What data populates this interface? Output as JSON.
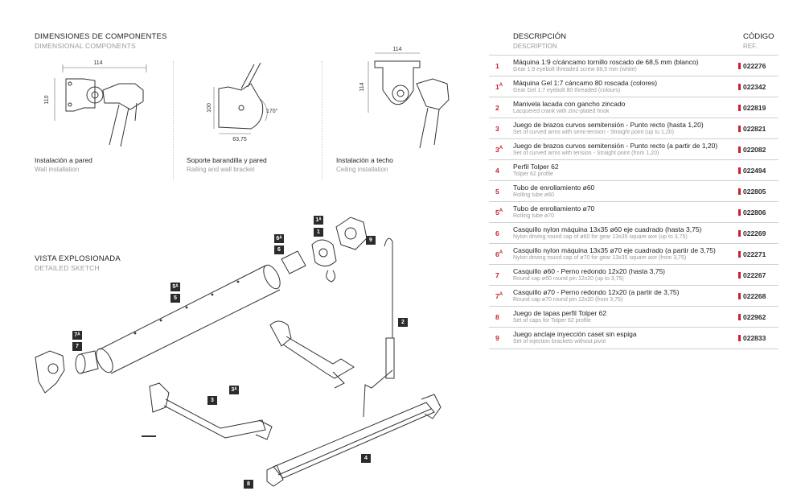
{
  "dimensions": {
    "title": "DIMENSIONES DE COMPONENTES",
    "subtitle": "DIMENSIONAL COMPONENTS",
    "items": [
      {
        "label": "Instalación a pared",
        "sublabel": "Wall installation",
        "width": "114",
        "height": "110"
      },
      {
        "label": "Soporte barandilla y pared",
        "sublabel": "Railing and wall bracket",
        "height": "100",
        "width": "63,75",
        "angle": "170°"
      },
      {
        "label": "Instalación a techo",
        "sublabel": "Ceiling installation",
        "width": "114",
        "height": "114"
      }
    ]
  },
  "exploded": {
    "title": "VISTA EXPLOSIONADA",
    "subtitle": "DETAILED SKETCH",
    "labels": [
      "1ᴬ",
      "1",
      "6ᴬ",
      "6",
      "9",
      "5ᴬ",
      "5",
      "7ᴬ",
      "7",
      "2",
      "3",
      "3ᴬ",
      "4",
      "8"
    ]
  },
  "table": {
    "col_desc": "DESCRIPCIÓN",
    "col_desc_sub": "DESCRIPTION",
    "col_code": "CÓDIGO",
    "col_code_sub": "REF.",
    "rows": [
      {
        "num": "1",
        "sup": "",
        "es": "Máquina 1:9 c/cáncamo tornillo roscado de 68,5 mm (blanco)",
        "en": "Gear 1:9 eyebolt threaded screw 68,5 mm (white)",
        "code": "022276"
      },
      {
        "num": "1",
        "sup": "A",
        "es": "Máquina Gel 1:7 cáncamo 80 roscada (colores)",
        "en": "Gear Gel 1:7 eyebolt 80 threaded (colours)",
        "code": "022342"
      },
      {
        "num": "2",
        "sup": "",
        "es": "Manivela lacada con gancho zincado",
        "en": "Lacquered crank with zinc-plated hook",
        "code": "022819"
      },
      {
        "num": "3",
        "sup": "",
        "es": "Juego de brazos curvos semitensión - Punto recto (hasta 1,20)",
        "en": "Set of curved arms with semi-tension - Straight point (up tu 1,20)",
        "code": "022821"
      },
      {
        "num": "3",
        "sup": "A",
        "es": "Juego de brazos curvos semitensión - Punto recto (a partir de 1,20)",
        "en": "Set of curved arms with tension - Straight point (from 1,20)",
        "code": "022082"
      },
      {
        "num": "4",
        "sup": "",
        "es": "Perfil Tolper 62",
        "en": "Tolper 62 profile",
        "code": "022494"
      },
      {
        "num": "5",
        "sup": "",
        "es": "Tubo de enrollamiento ø60",
        "en": "Rolling tube ø60",
        "code": "022805"
      },
      {
        "num": "5",
        "sup": "A",
        "es": "Tubo de enrollamiento ø70",
        "en": "Rolling tube ø70",
        "code": "022806"
      },
      {
        "num": "6",
        "sup": "",
        "es": "Casquillo nylon máquina 13x35 ø60 eje cuadrado (hasta 3,75)",
        "en": "Nylon driving round cap of ø60 for gear 13x35 square axe (up to 3,75)",
        "code": "022269"
      },
      {
        "num": "6",
        "sup": "A",
        "es": "Casquillo nylon máquina 13x35 ø70 eje cuadrado (a partir de 3,75)",
        "en": "Nylon driving round cap of ø70 for gear 13x35 square axe (from 3,75)",
        "code": "022271"
      },
      {
        "num": "7",
        "sup": "",
        "es": "Casquillo ø60 - Perno redondo 12x20 (hasta 3,75)",
        "en": "Round cap ø60 round pin 12x20 (up to 3,75)",
        "code": "022267"
      },
      {
        "num": "7",
        "sup": "A",
        "es": "Casquillo ø70 - Perno redondo 12x20 (a partir de 3,75)",
        "en": "Round cap ø70 round pin 12x20 (from 3,75)",
        "code": "022268"
      },
      {
        "num": "8",
        "sup": "",
        "es": "Juego de tapas perfil Tolper 62",
        "en": "Set of caps for Tolper 62 profile",
        "code": "022962"
      },
      {
        "num": "9",
        "sup": "",
        "es": "Juego anclaje inyección caset sin espiga",
        "en": "Set of injection brackets without pivot",
        "code": "022833"
      }
    ]
  }
}
